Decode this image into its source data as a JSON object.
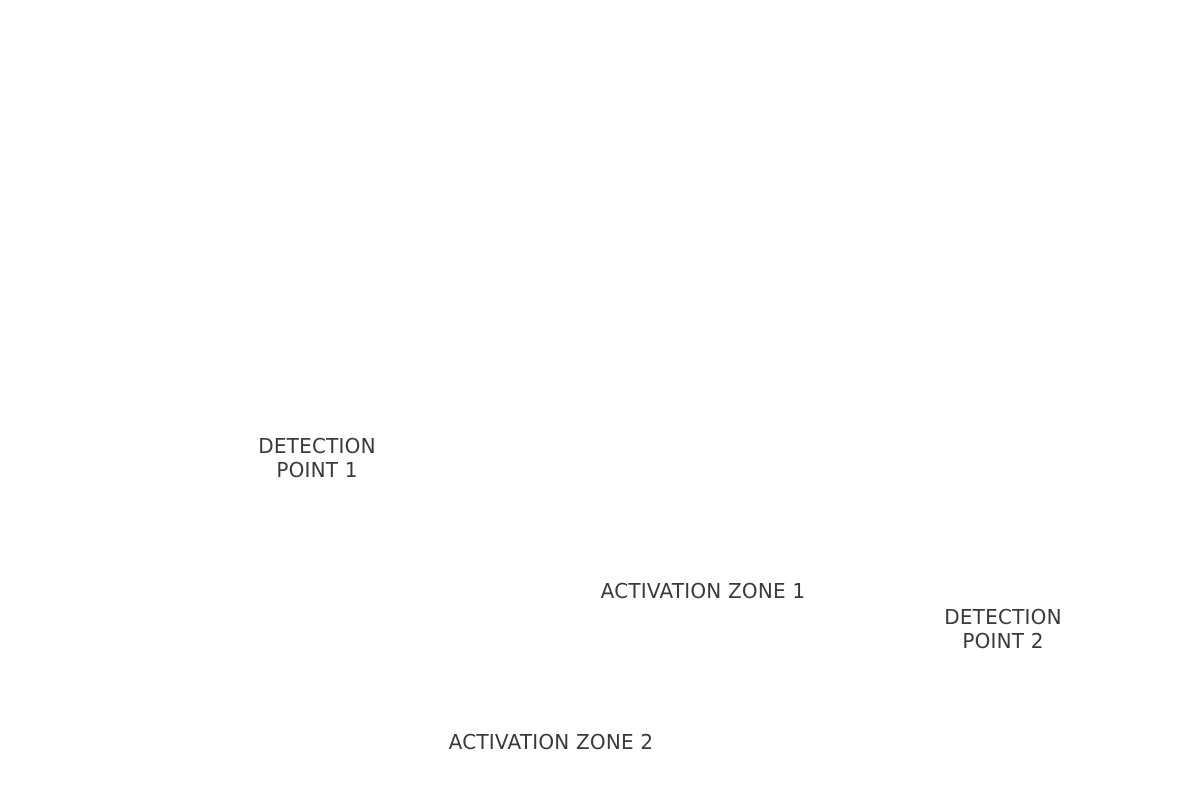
{
  "labels": {
    "detection_point_1": {
      "line1": "DETECTION",
      "line2": "POINT 1"
    },
    "activation_zone_1": "ACTIVATION ZONE 1",
    "detection_point_2": {
      "line1": "DETECTION",
      "line2": "POINT 2"
    },
    "activation_zone_2": "ACTIVATION ZONE 2"
  },
  "colors": {
    "background": "#ffffff",
    "label_text": "#3a3a3a"
  }
}
